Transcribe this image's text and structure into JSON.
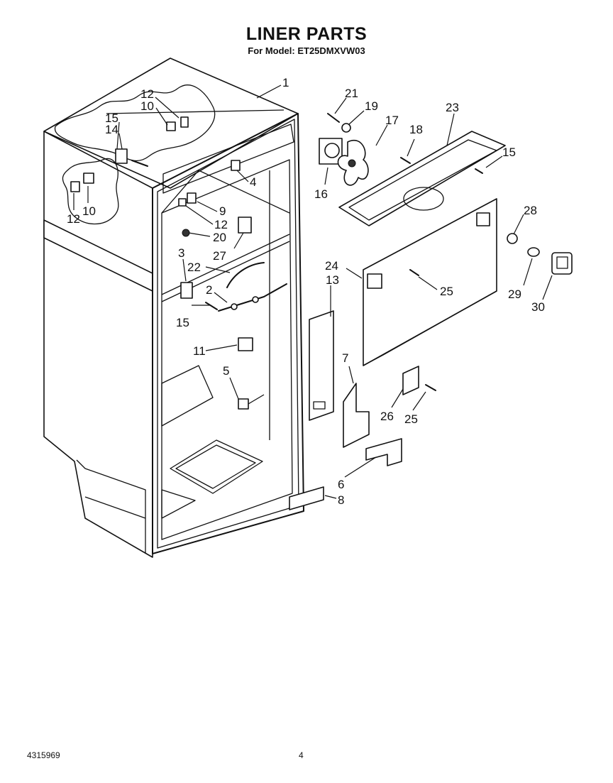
{
  "header": {
    "title": "LINER PARTS",
    "subtitle": "For Model: ET25DMXVW03"
  },
  "footer": {
    "doc_number": "4315969",
    "page_number": "4"
  },
  "callouts": [
    {
      "id": "c1",
      "label": "1"
    },
    {
      "id": "c21",
      "label": "21"
    },
    {
      "id": "c19",
      "label": "19"
    },
    {
      "id": "c17",
      "label": "17"
    },
    {
      "id": "c18",
      "label": "18"
    },
    {
      "id": "c23",
      "label": "23"
    },
    {
      "id": "c15a",
      "label": "15"
    },
    {
      "id": "c16",
      "label": "16"
    },
    {
      "id": "c12a",
      "label": "12"
    },
    {
      "id": "c10a",
      "label": "10"
    },
    {
      "id": "c15b",
      "label": "15"
    },
    {
      "id": "c14",
      "label": "14"
    },
    {
      "id": "c4",
      "label": "4"
    },
    {
      "id": "c12b",
      "label": "12"
    },
    {
      "id": "c10b",
      "label": "10"
    },
    {
      "id": "c9",
      "label": "9"
    },
    {
      "id": "c12c",
      "label": "12"
    },
    {
      "id": "c20",
      "label": "20"
    },
    {
      "id": "c27",
      "label": "27"
    },
    {
      "id": "c28",
      "label": "28"
    },
    {
      "id": "c3",
      "label": "3"
    },
    {
      "id": "c22",
      "label": "22"
    },
    {
      "id": "c24",
      "label": "24"
    },
    {
      "id": "c13",
      "label": "13"
    },
    {
      "id": "c25a",
      "label": "25"
    },
    {
      "id": "c29",
      "label": "29"
    },
    {
      "id": "c30",
      "label": "30"
    },
    {
      "id": "c2",
      "label": "2"
    },
    {
      "id": "c15c",
      "label": "15"
    },
    {
      "id": "c11",
      "label": "11"
    },
    {
      "id": "c7",
      "label": "7"
    },
    {
      "id": "c5",
      "label": "5"
    },
    {
      "id": "c26",
      "label": "26"
    },
    {
      "id": "c25b",
      "label": "25"
    },
    {
      "id": "c6",
      "label": "6"
    },
    {
      "id": "c8",
      "label": "8"
    }
  ]
}
